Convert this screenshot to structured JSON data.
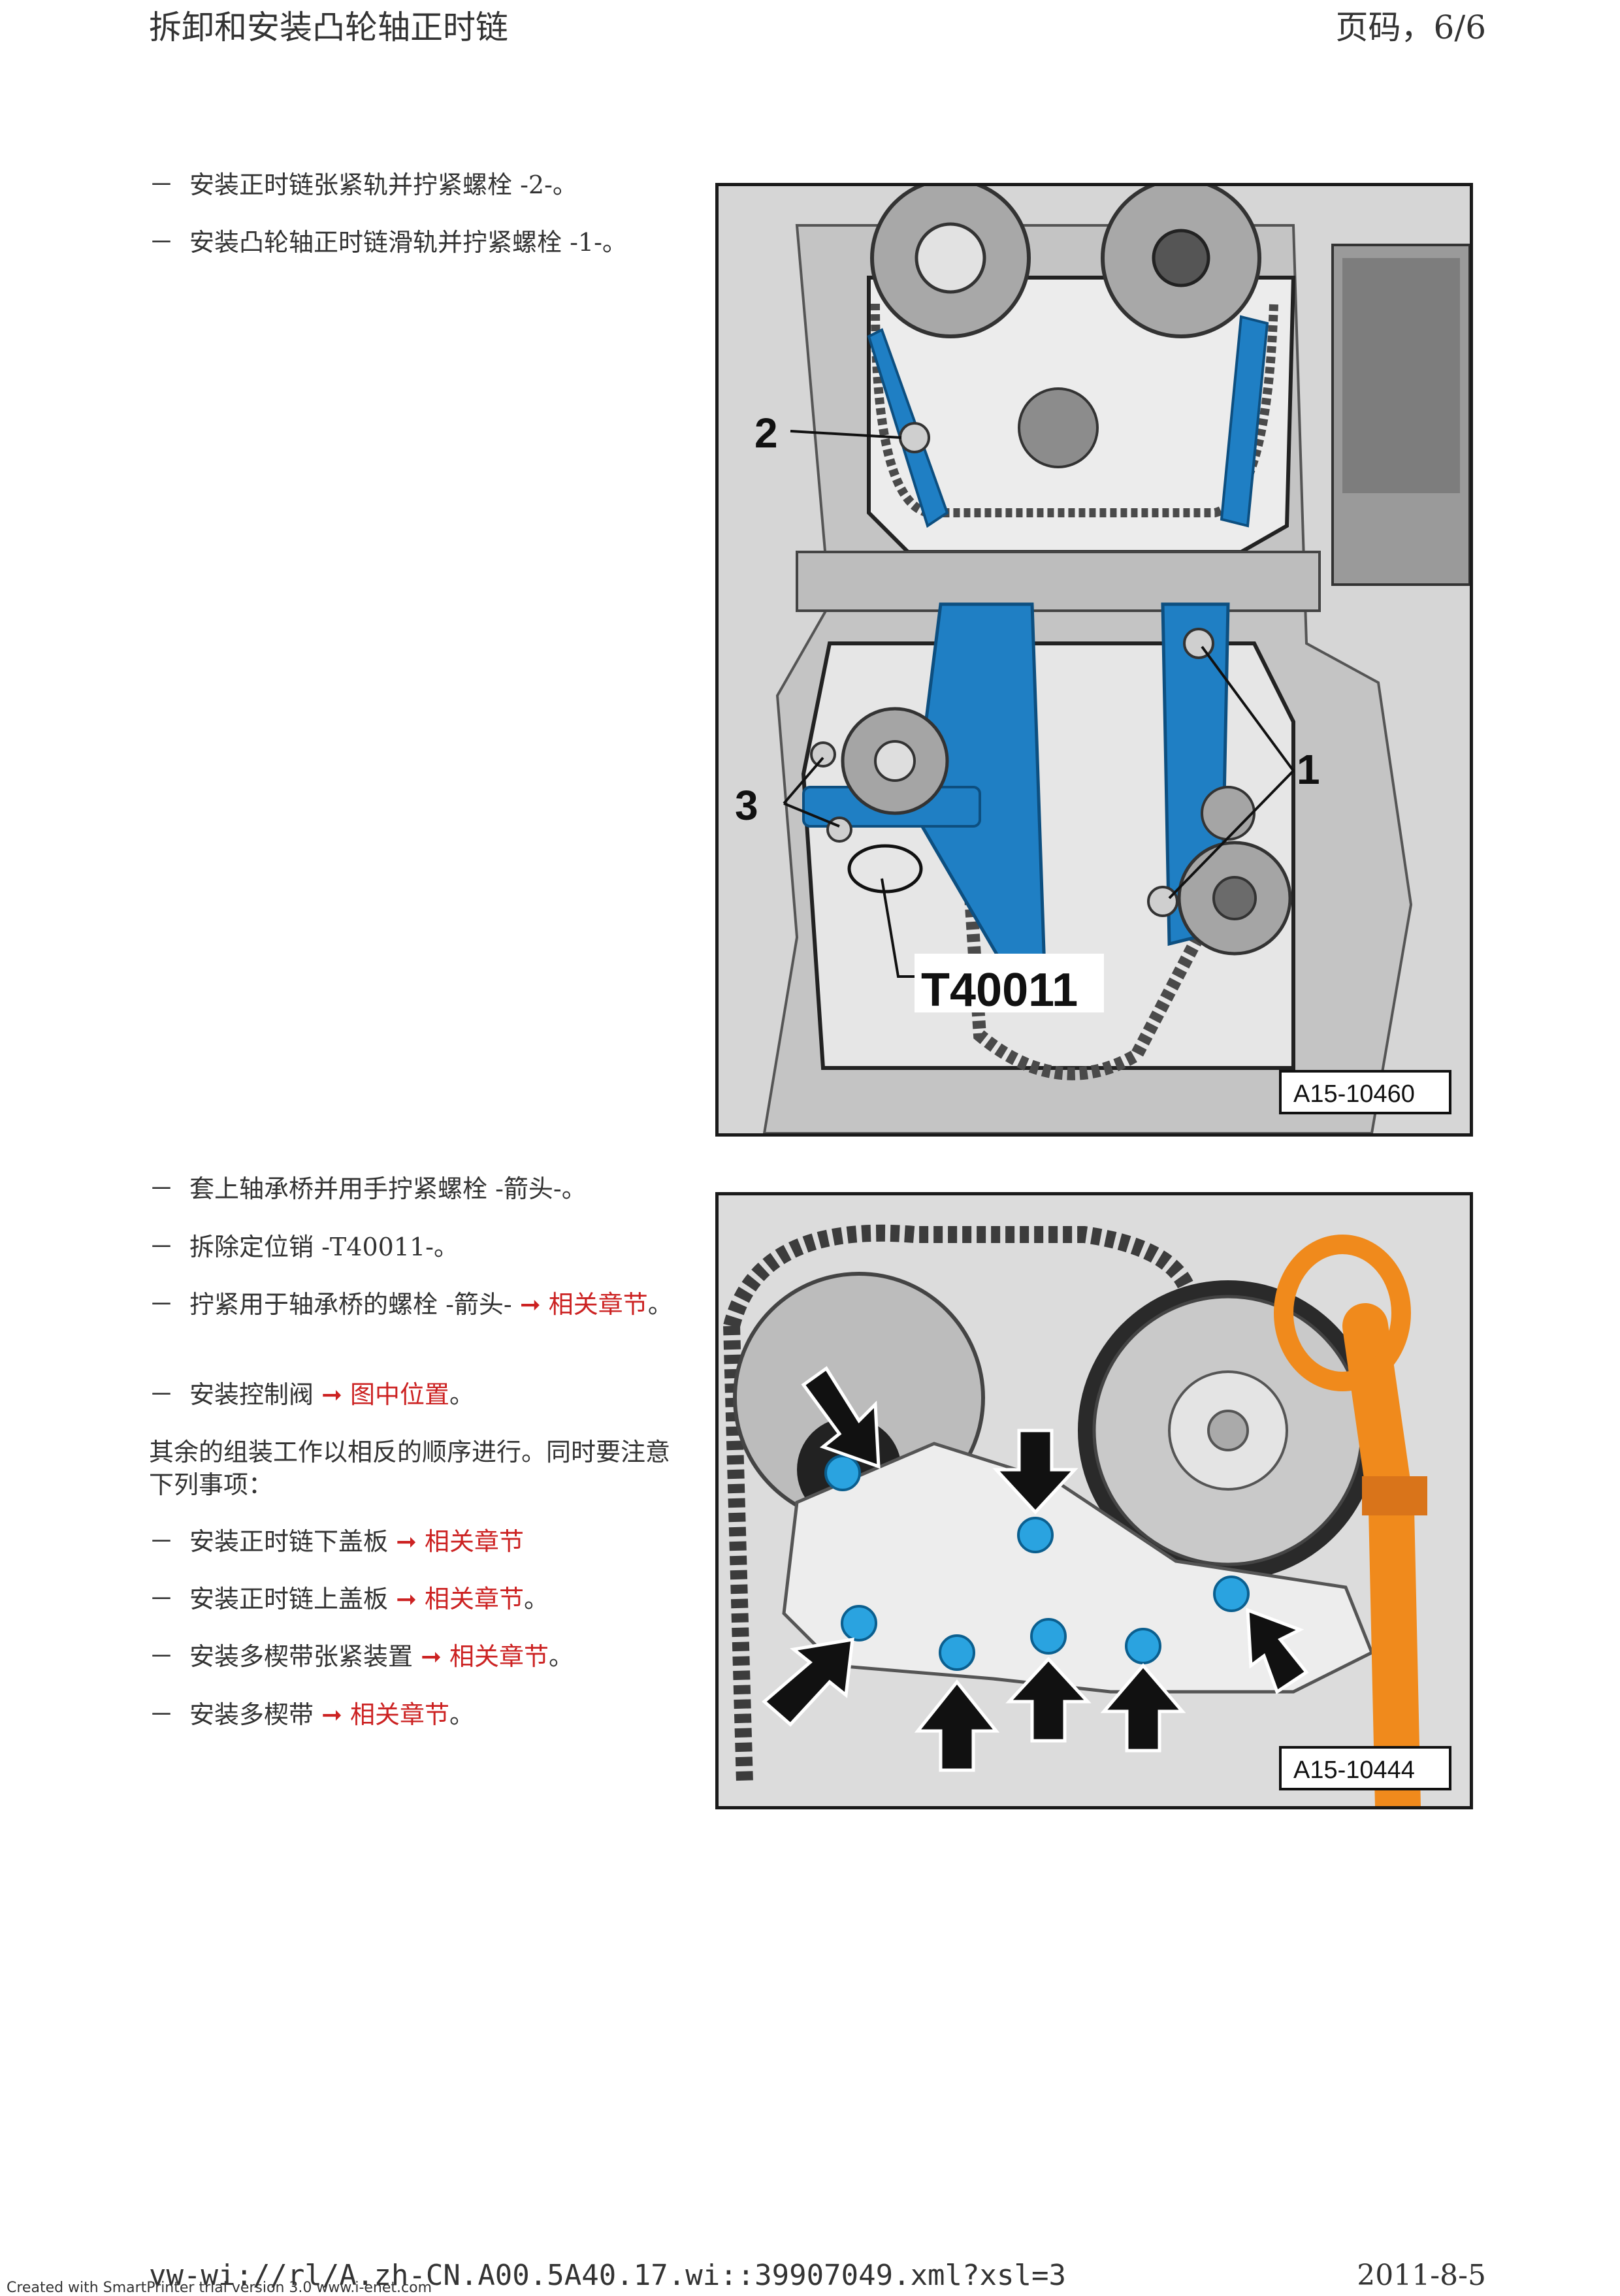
{
  "header": {
    "title": "拆卸和安装凸轮轴正时链",
    "page": "页码，6/6"
  },
  "steps_top": [
    {
      "dash": "－",
      "text": "安装正时链张紧轨并拧紧螺栓 -2-。"
    },
    {
      "dash": "－",
      "text": "安装凸轮轴正时链滑轨并拧紧螺栓 -1-。"
    }
  ],
  "figure1": {
    "code": "A15-10460",
    "label_1": "1",
    "label_2": "2",
    "label_3": "3",
    "tool_label": "T40011"
  },
  "steps_bottom": [
    {
      "dash": "－",
      "text": "套上轴承桥并用手拧紧螺栓 -箭头-。",
      "ref": ""
    },
    {
      "dash": "－",
      "text": "拆除定位销 -T40011-。",
      "ref": ""
    },
    {
      "dash": "－",
      "text": "拧紧用于轴承桥的螺栓 -箭头- ",
      "ref": "➞ 相关章节",
      "tail": "。"
    },
    {
      "dash": "－",
      "text": "安装控制阀 ",
      "ref": "➞ 图中位置",
      "tail": "。"
    }
  ],
  "paragraph": "其余的组装工作以相反的顺序进行。同时要注意下列事项：",
  "steps_final": [
    {
      "dash": "－",
      "text": "安装正时链下盖板 ",
      "ref": "➞ 相关章节",
      "tail": ""
    },
    {
      "dash": "－",
      "text": "安装正时链上盖板 ",
      "ref": "➞ 相关章节",
      "tail": "。"
    },
    {
      "dash": "－",
      "text": "安装多楔带张紧装置 ",
      "ref": "➞ 相关章节",
      "tail": "。"
    },
    {
      "dash": "－",
      "text": "安装多楔带 ",
      "ref": "➞ 相关章节",
      "tail": "。"
    }
  ],
  "figure2": {
    "code": "A15-10444"
  },
  "footer": {
    "url": "vw-wi://rl/A.zh-CN.A00.5A40.17.wi::39907049.xml?xsl=3",
    "date": "2011-8-5",
    "watermark": "Created with SmartPrinter trial version 3.0  www.i-enet.com"
  },
  "colors": {
    "link_red": "#cc2222",
    "guide_blue": "#1f7fc4",
    "bolt_blue": "#2aa3e0",
    "dipstick_orange": "#f08a1c"
  }
}
